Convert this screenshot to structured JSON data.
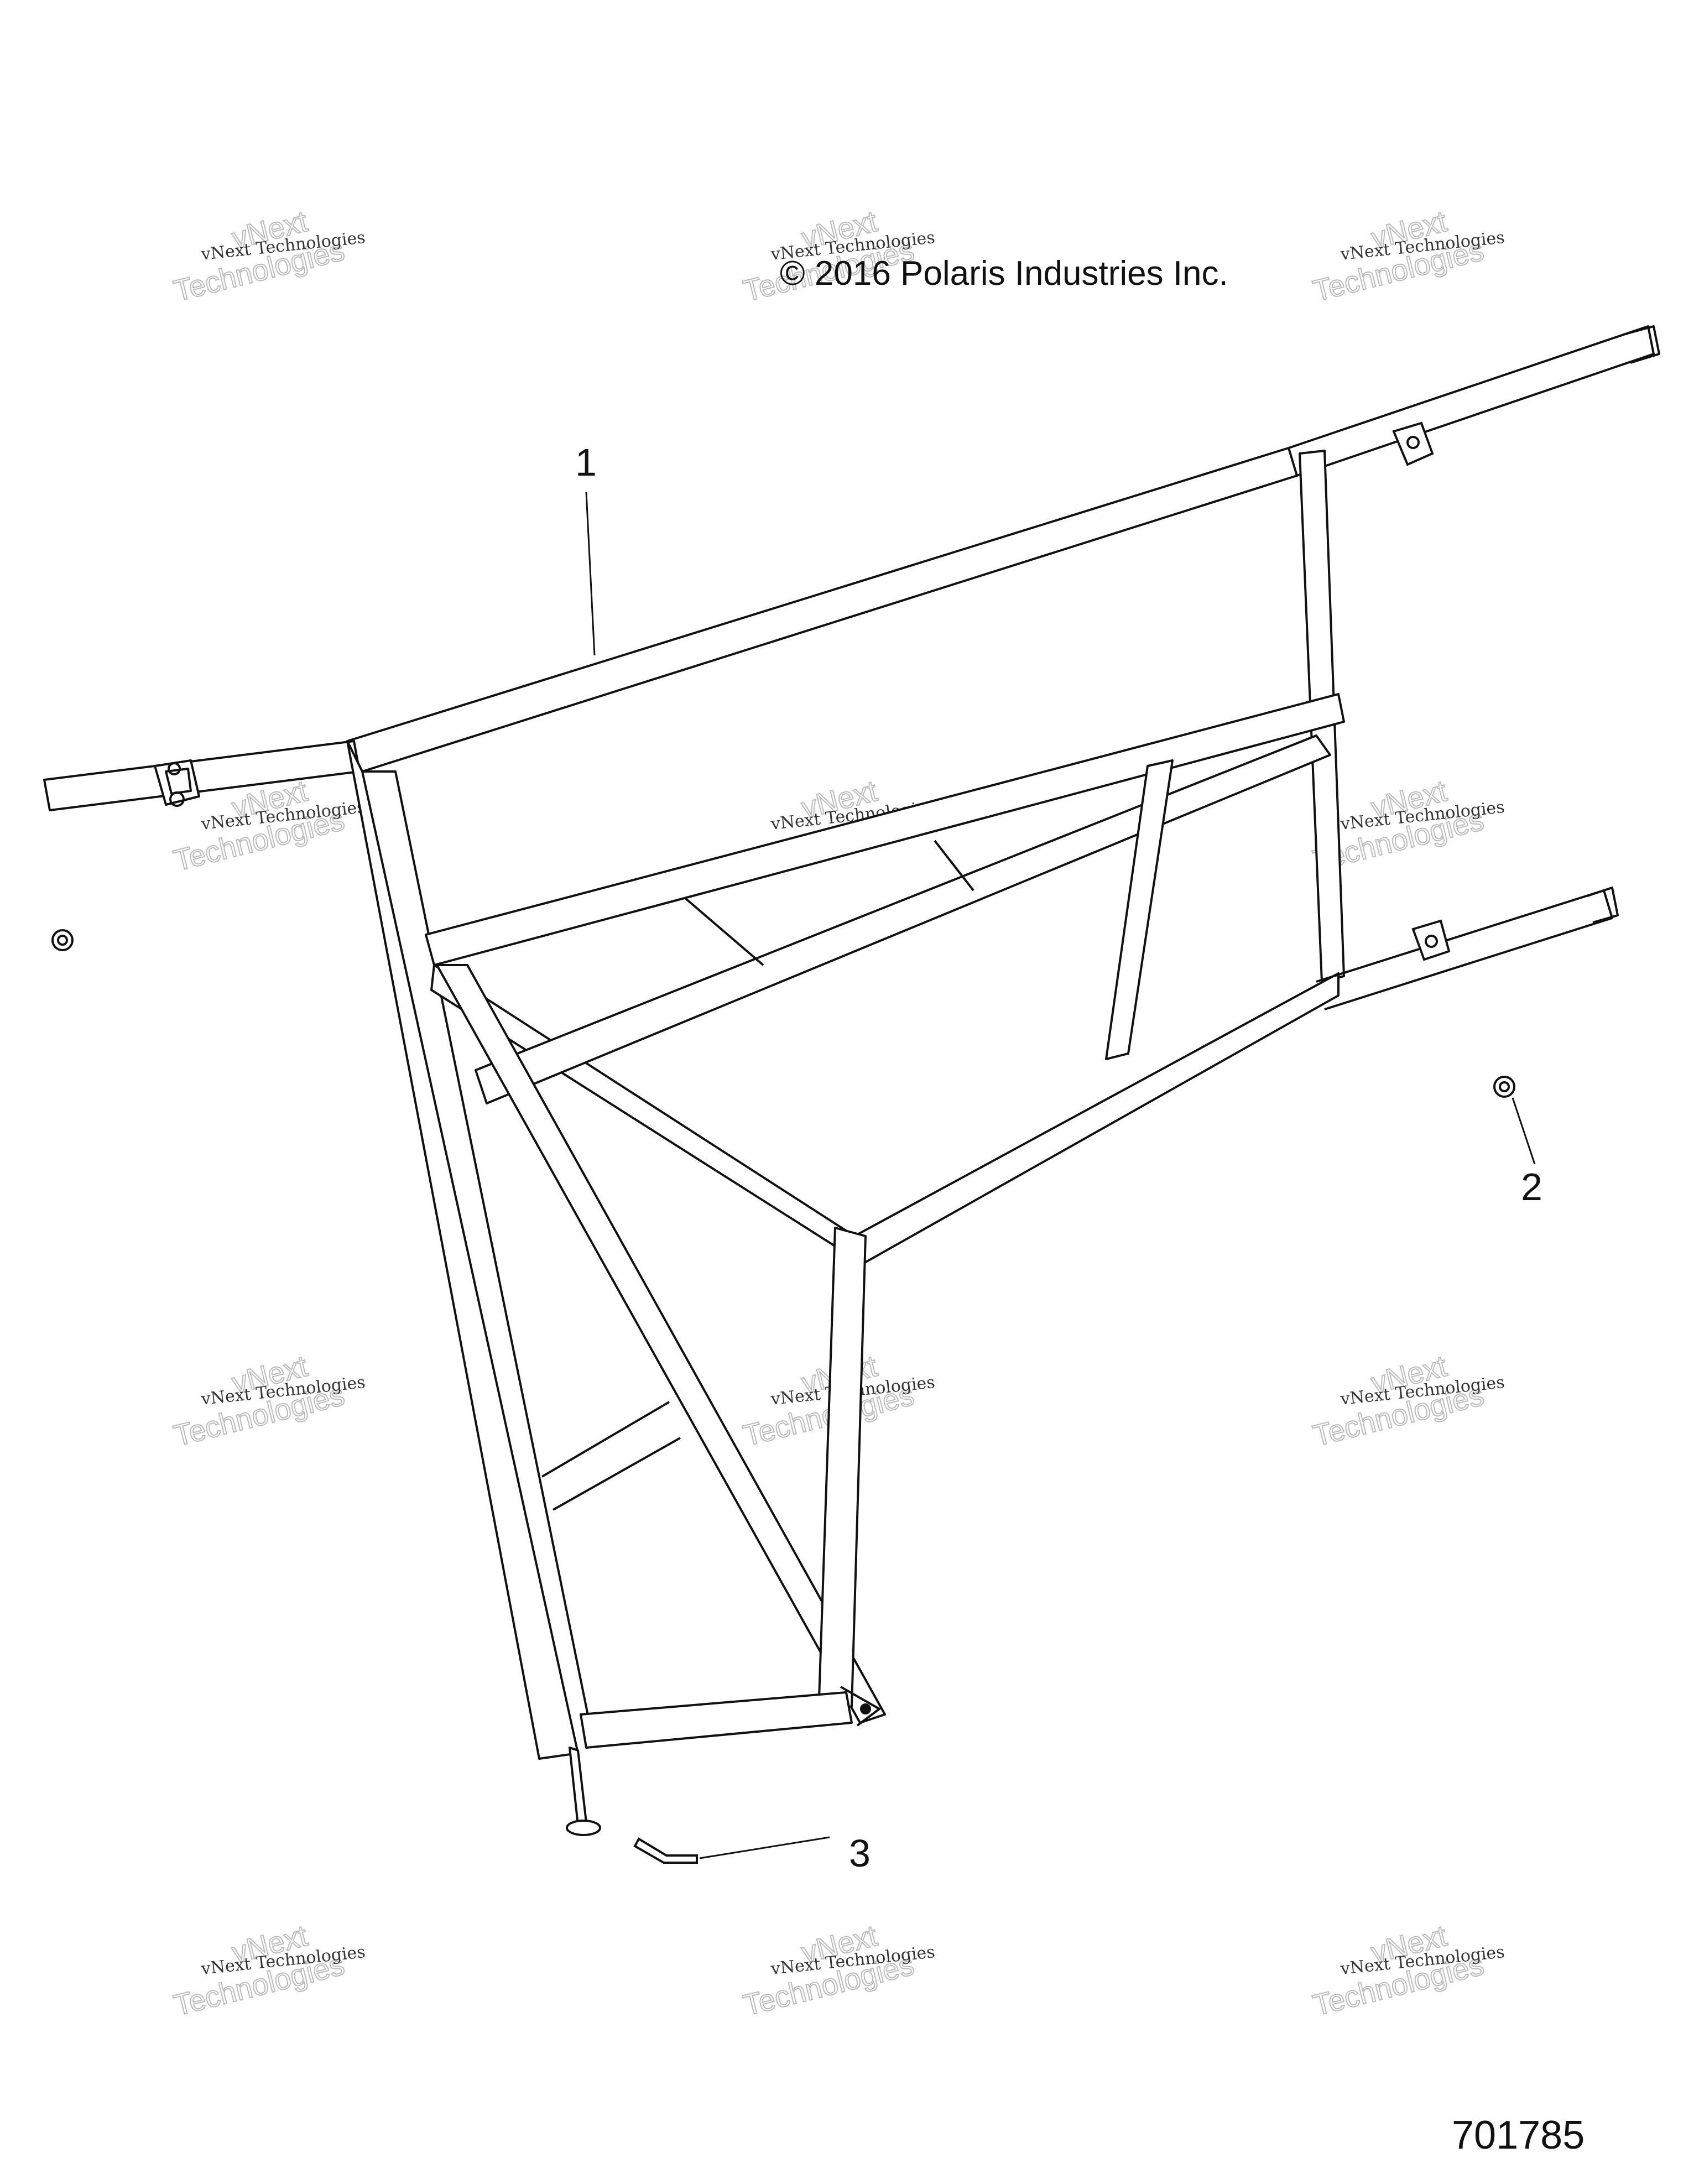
{
  "diagram": {
    "copyright": "© 2016 Polaris Industries Inc.",
    "figure_number": "701785",
    "callouts": [
      {
        "id": "1",
        "label": "1"
      },
      {
        "id": "2",
        "label": "2"
      },
      {
        "id": "3",
        "label": "3"
      }
    ],
    "watermark": {
      "small": "vNext Technologies",
      "large_line1": "vNext",
      "large_line2": "Technologies"
    }
  }
}
